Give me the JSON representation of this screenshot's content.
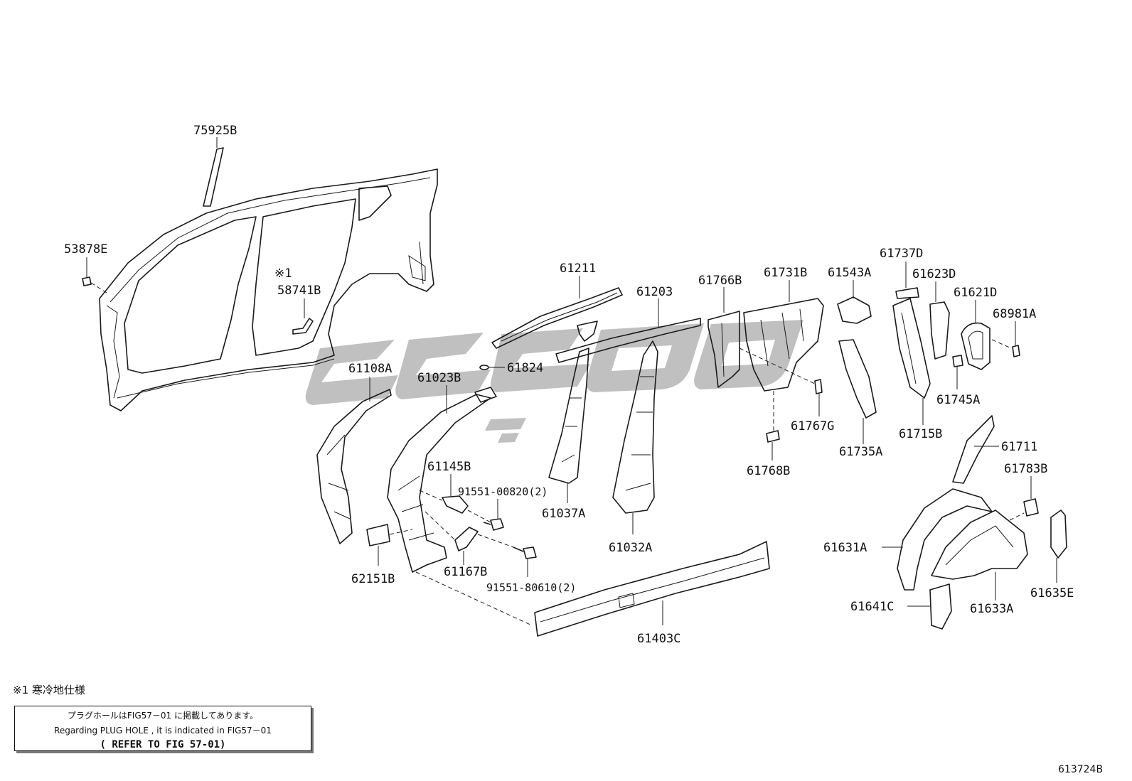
{
  "labels": {
    "p75925B": "75925B",
    "p53878E": "53878E",
    "note_mark": "※1",
    "p58741B": "58741B",
    "p61211": "61211",
    "p61203": "61203",
    "p61766B": "61766B",
    "p61731B": "61731B",
    "p61543A": "61543A",
    "p61737D": "61737D",
    "p61623D": "61623D",
    "p61621D": "61621D",
    "p68981A": "68981A",
    "p61108A": "61108A",
    "p61023B": "61023B",
    "p61824": "61824",
    "p61767G": "61767G",
    "p61745A": "61745A",
    "p61735A": "61735A",
    "p61715B": "61715B",
    "p61711": "61711",
    "p61768B": "61768B",
    "p61145B": "61145B",
    "p91551_00820": "91551-00820(2)",
    "p61037A": "61037A",
    "p61032A": "61032A",
    "p61783B": "61783B",
    "p61631A": "61631A",
    "p62151B": "62151B",
    "p61167B": "61167B",
    "p91551_80610": "91551-80610(2)",
    "p61641C": "61641C",
    "p61633A": "61633A",
    "p61635E": "61635E",
    "p61403C": "61403C"
  },
  "footnote": "※1 寒冷地仕様",
  "notebox": {
    "line1": "プラグホールはFIG57－01 に掲載してあります。",
    "line2": "Regarding  PLUG HOLE , it is indicated in FIG57－01",
    "line3": "( REFER TO FIG 57-01)"
  },
  "figure_id": "613724B"
}
